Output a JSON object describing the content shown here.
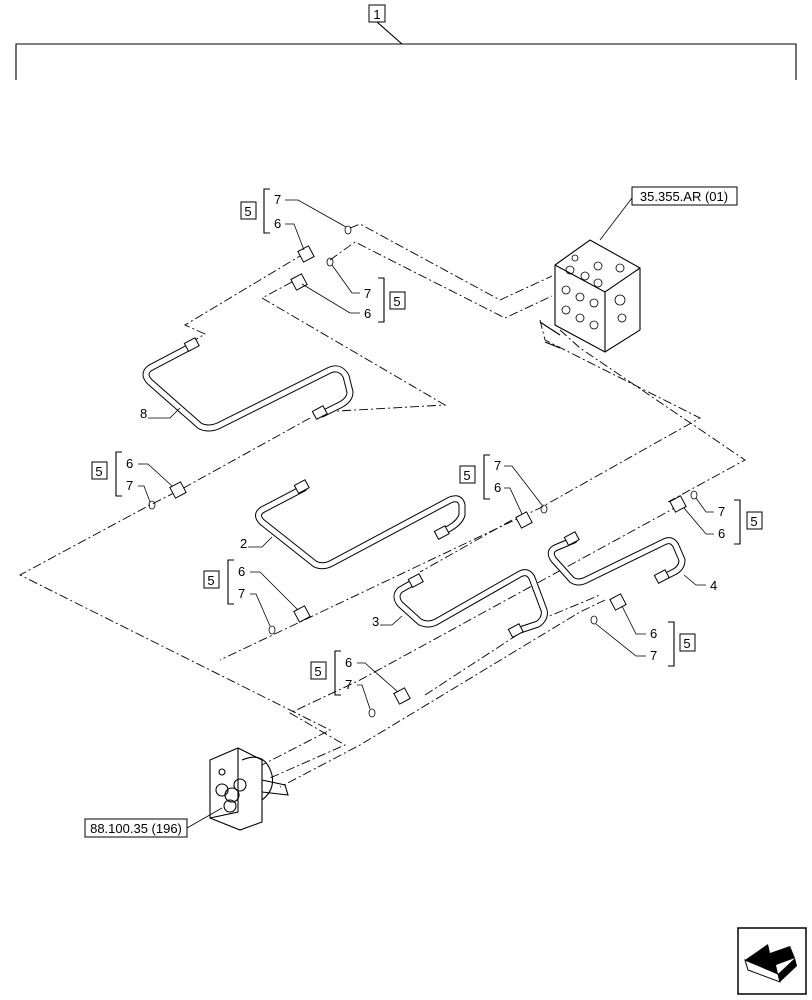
{
  "assembly_ref": "1",
  "references": {
    "valve_block": "35.355.AR (01)",
    "joystick": "88.100.35 (196)"
  },
  "callouts": {
    "item_5": "5",
    "item_6": "6",
    "item_7": "7",
    "item_2": "2",
    "item_3": "3",
    "item_4": "4",
    "item_8": "8"
  },
  "icons": {
    "nav_arrow": "next-page-arrow-icon"
  }
}
